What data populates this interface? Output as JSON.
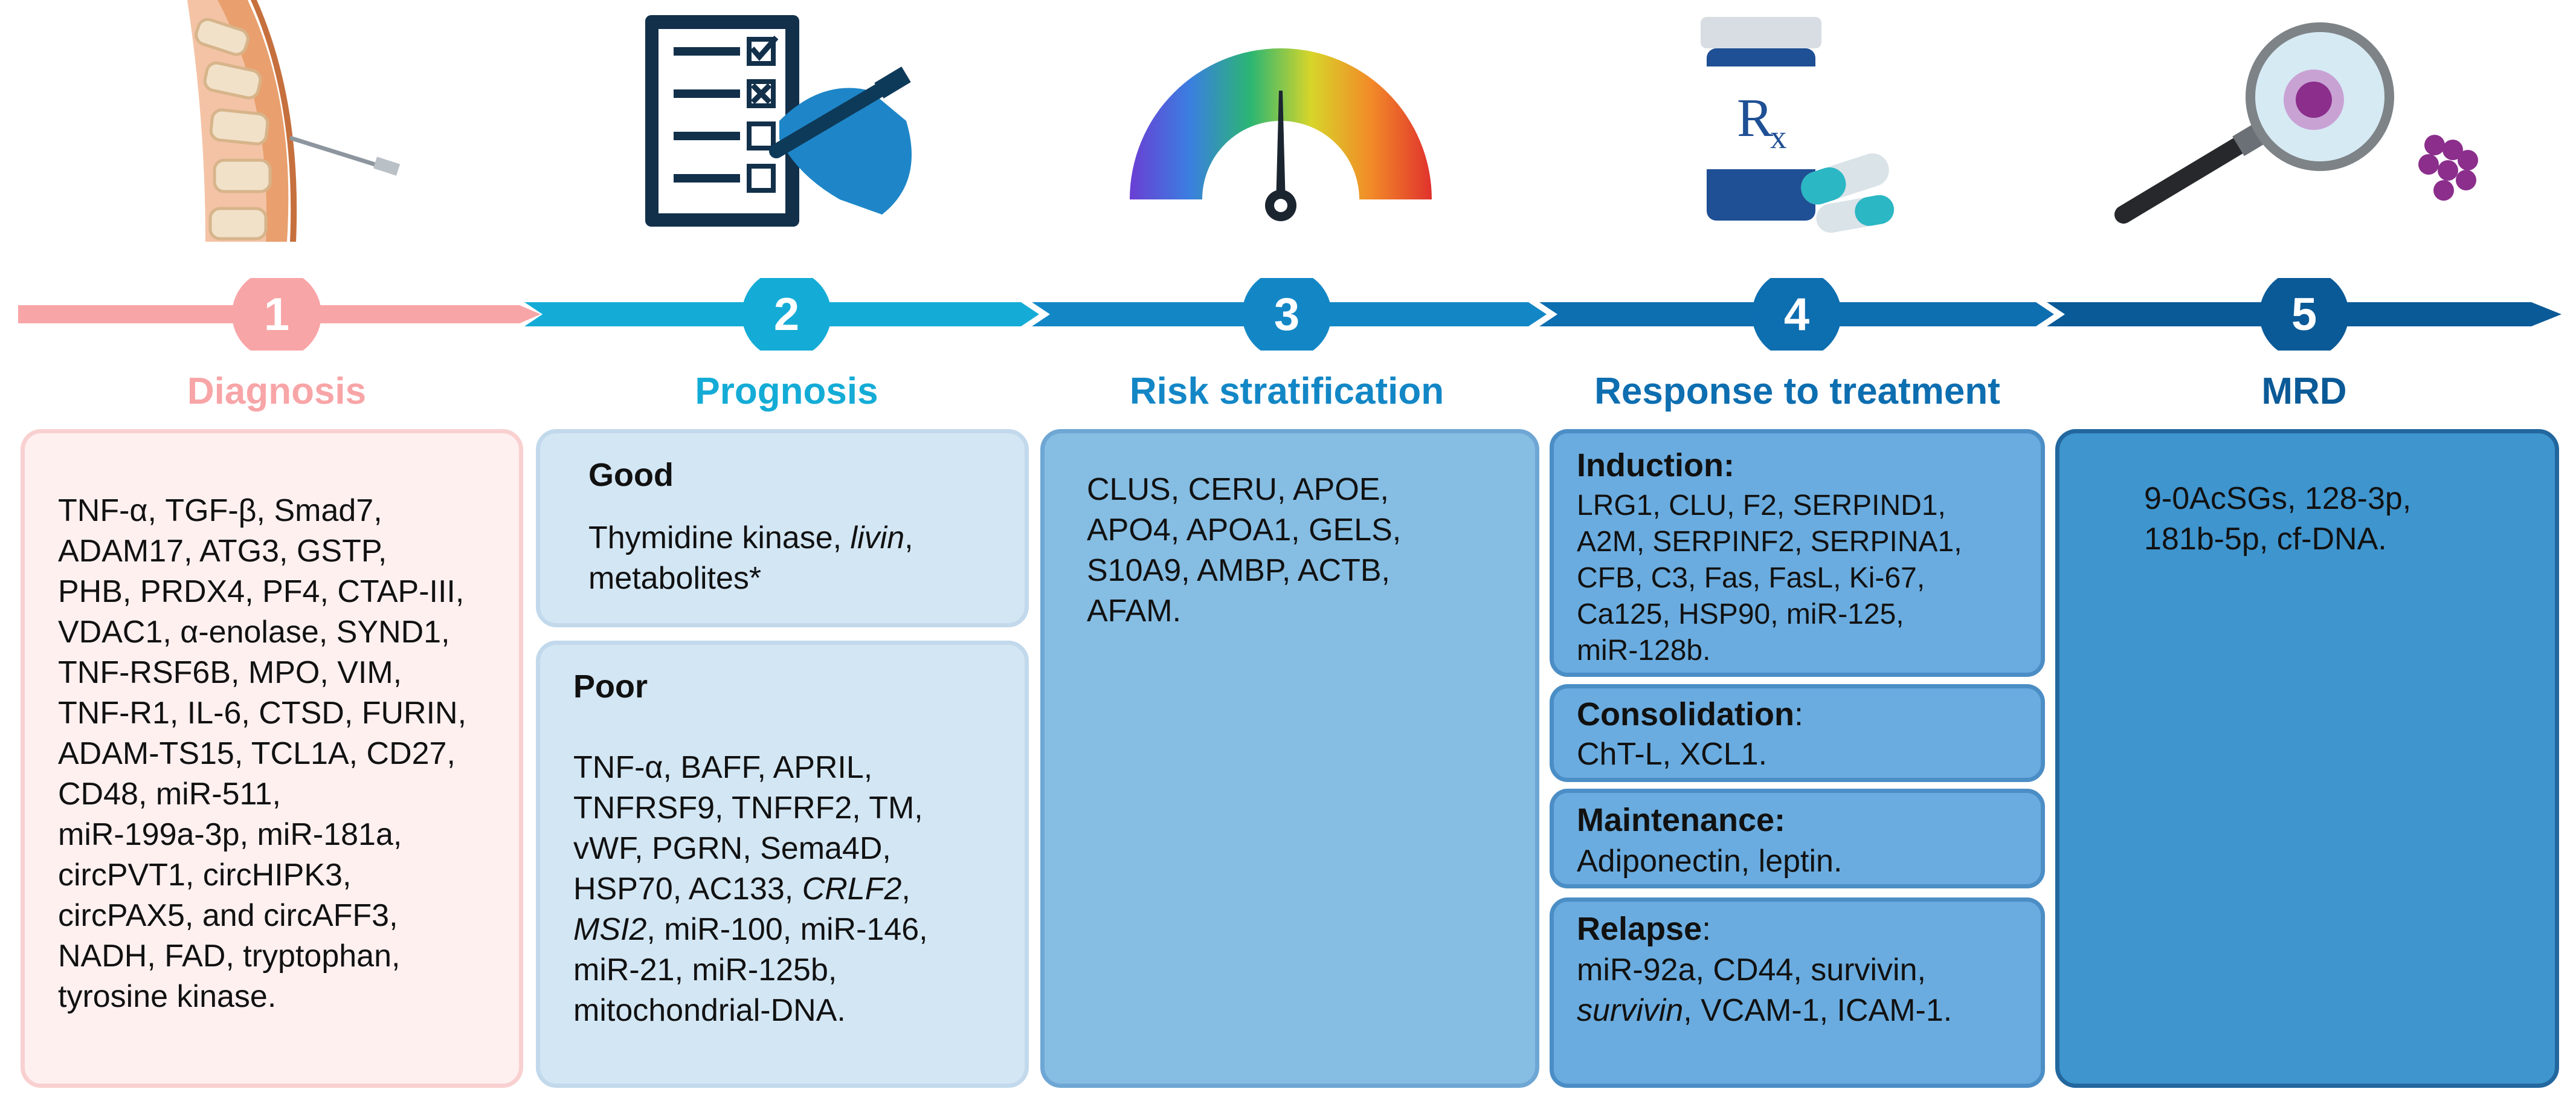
{
  "stages": [
    {
      "number": "1",
      "title": "Diagnosis",
      "color": "#f8a5a7",
      "icon": "spine-lumbar-puncture-icon"
    },
    {
      "number": "2",
      "title": "Prognosis",
      "color": "#14acd6",
      "icon": "checklist-clipboard-icon"
    },
    {
      "number": "3",
      "title": "Risk stratification",
      "color": "#1387c6",
      "icon": "risk-gauge-icon"
    },
    {
      "number": "4",
      "title": "Response to treatment",
      "color": "#0d6eb0",
      "icon": "prescription-bottle-icon"
    },
    {
      "number": "5",
      "title": "MRD",
      "color": "#0a5a97",
      "icon": "magnifier-cell-icon"
    }
  ],
  "diagnosis": {
    "lines": "TNF-α, TGF-β, Smad7,\nADAM17,  ATG3, GSTP,\nPHB, PRDX4, PF4, CTAP-III,\nVDAC1, α-enolase, SYND1,\nTNF-RSF6B, MPO, VIM,\nTNF-R1, IL-6, CTSD, FURIN,\nADAM-TS15, TCL1A, CD27,\nCD48, miR-511,\nmiR-199a-3p, miR-181a,\ncircPVT1, circHIPK3,\ncircPAX5, and circAFF3,\nNADH, FAD, tryptophan,\ntyrosine kinase."
  },
  "prognosis": {
    "good_heading": "Good",
    "good_text_1": "Thymidine kinase,  ",
    "good_text_italic": "livin",
    "good_text_2": ",",
    "good_text_3": "metabolites*",
    "poor_heading": "Poor",
    "poor_text_1": "TNF-α, BAFF, APRIL,\nTNFRSF9, TNFRF2, TM,\nvWF, PGRN, Sema4D,\nHSP70, AC133,  ",
    "poor_italic_1": "CRLF2",
    "poor_text_2": ",",
    "poor_italic_2": "MSI2",
    "poor_text_3": ", miR-100, miR-146,\nmiR-21, miR-125b,\nmitochondrial-DNA."
  },
  "risk": {
    "lines": "CLUS, CERU, APOE,\nAPO4, APOA1,   GELS,\nS10A9, AMBP, ACTB,\nAFAM."
  },
  "response": {
    "induction_heading": "Induction:",
    "induction_text": " LRG1, CLU, F2, SERPIND1,\nA2M, SERPINF2, SERPINA1,\nCFB, C3, Fas, FasL, Ki-67,\nCa125, HSP90, miR-125,\nmiR-128b.",
    "consolidation_heading": "Consolidation",
    "consolidation_colon": ":",
    "consolidation_text": " ChT-L, XCL1.",
    "maintenance_heading": "Maintenance:",
    "maintenance_text": "Adiponectin, leptin.",
    "relapse_heading": "Relapse",
    "relapse_colon": ":",
    "relapse_text_1": "miR-92a, CD44, survivin,",
    "relapse_italic": "survivin",
    "relapse_text_2": ", VCAM-1, ICAM-1."
  },
  "mrd": {
    "lines": "9-0AcSGs, 128-3p,\n181b-5p, cf-DNA."
  }
}
